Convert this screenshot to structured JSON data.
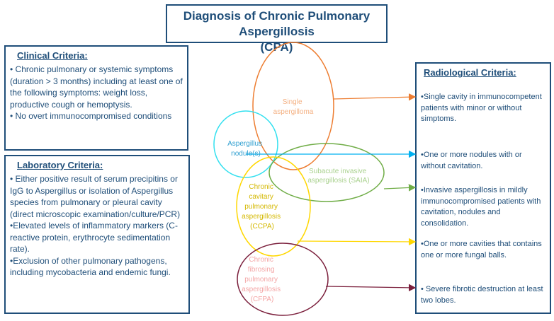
{
  "title": {
    "line1": "Diagnosis of Chronic Pulmonary Aspergillosis",
    "line2": "(CPA)"
  },
  "clinical": {
    "heading": "Clinical Criteria:",
    "items": [
      "• Chronic pulmonary or systemic symptoms (duration > 3 months) including at least one of the following symptoms: weight loss, productive cough or hemoptysis.",
      "• No overt immunocompromised conditions"
    ]
  },
  "laboratory": {
    "heading": "Laboratory Criteria:",
    "items": [
      "• Either positive result of serum precipitins or IgG to Aspergillus or isolation of Aspergillus species from pulmonary or pleural cavity (direct microscopic examination/culture/PCR)",
      "•Elevated levels of inflammatory markers (C-reactive protein, erythrocyte sedimentation rate).",
      "•Exclusion of other pulmonary pathogens, including mycobacteria and endemic fungi."
    ]
  },
  "radiological": {
    "heading": "Radiological Criteria:",
    "items": [
      "•Single cavity in immunocompetent patients with minor or without simptoms.",
      "•One or more nodules with or without cavitation.",
      "•Invasive aspergillosis in mildly immunocompromised patients with cavitation, nodules and consolidation.",
      "•One or more cavities that contains one or more fungal balls.",
      "• Severe fibrotic destruction at least two lobes."
    ]
  },
  "diagram": {
    "single_aspergilloma": {
      "lines": [
        "Single",
        "aspergilloma"
      ],
      "color": "#ed7d31"
    },
    "aspergillus_nodule": {
      "lines": [
        "Aspergillus",
        "nodule(s)"
      ],
      "color": "#00b0f0"
    },
    "saia": {
      "lines": [
        "Subacute invasive",
        "aspergillosis (SAIA)"
      ],
      "color": "#70ad47"
    },
    "ccpa": {
      "lines": [
        "Chronic",
        "cavitary",
        "pulmonary",
        "aspergillosis",
        "(CCPA)"
      ],
      "color": "#ffd700"
    },
    "cfpa": {
      "lines": [
        "Chronic",
        "fibrosing",
        "pulmonary",
        "aspergillosis",
        "(CFPA)"
      ],
      "color": "#7b1f3c",
      "text_color": "#f4a6a6"
    }
  }
}
